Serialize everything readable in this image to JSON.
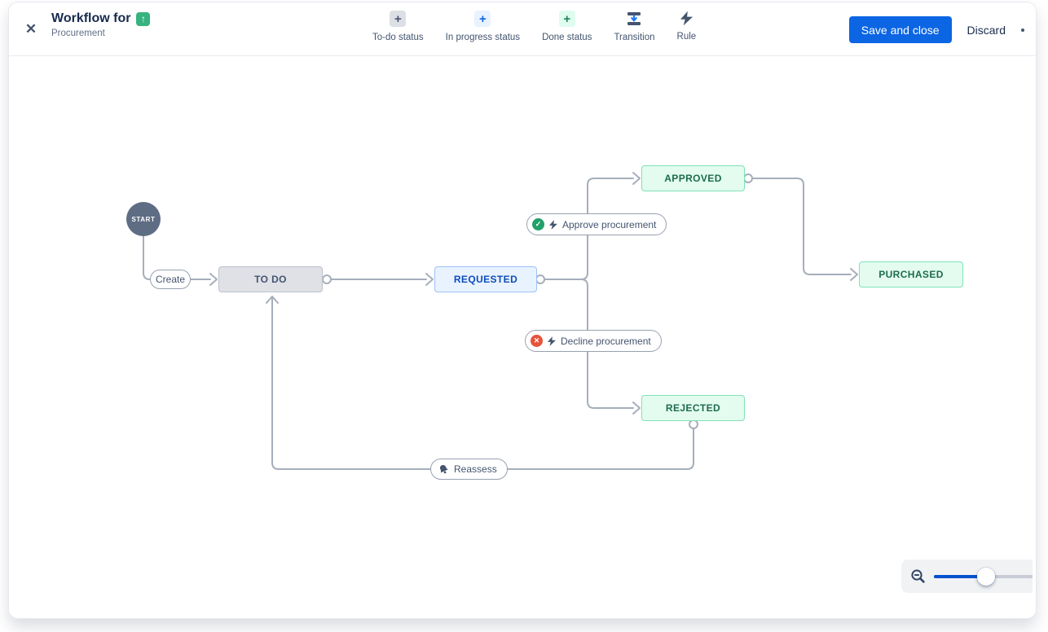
{
  "header": {
    "close_icon": "✕",
    "title": "Workflow for",
    "type_icon_glyph": "↑",
    "subtitle": "Procurement",
    "save_label": "Save and close",
    "discard_label": "Discard"
  },
  "toolbar": {
    "items": [
      {
        "label": "To-do status",
        "glyph": "+"
      },
      {
        "label": "In progress status",
        "glyph": "+"
      },
      {
        "label": "Done status",
        "glyph": "+"
      },
      {
        "label": "Transition"
      },
      {
        "label": "Rule"
      }
    ]
  },
  "workflow": {
    "start": "START",
    "statuses": {
      "todo": "TO DO",
      "requested": "REQUESTED",
      "approved": "APPROVED",
      "purchased": "PURCHASED",
      "rejected": "REJECTED"
    },
    "transitions": {
      "create": "Create",
      "approve": "Approve procurement",
      "decline": "Decline procurement",
      "reassess": "Reassess"
    },
    "badges": {
      "check": "✓",
      "cross": "✕"
    }
  },
  "colors": {
    "accent_blue": "#0C66E4",
    "slider_blue": "#0052CC",
    "edge_gray": "#A6AEBB",
    "todo_bg": "#DFE1E6",
    "inprogress_bg": "#E9F2FF",
    "done_bg": "#E3FCEF",
    "approve_badge": "#22A06B",
    "decline_badge": "#E6543B",
    "start_node": "#5E6C84",
    "issue_type_green": "#36B37E"
  }
}
